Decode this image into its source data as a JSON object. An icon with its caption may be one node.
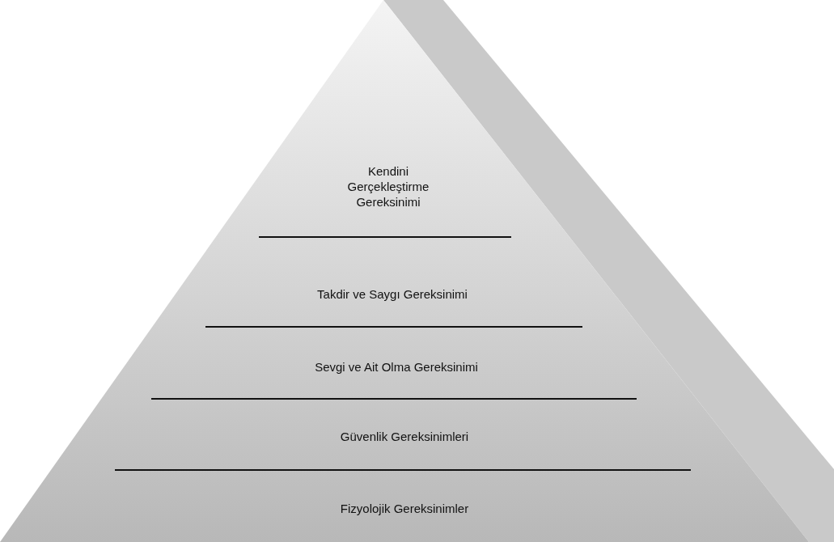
{
  "diagram": {
    "nodes": [
      {
        "text": [
          "Kendini Gerçekleştirme Gereksinimi"
        ]
      },
      {
        "text": [
          "Takdir ve Saygı Gereksinimi"
        ]
      },
      {
        "text": [
          "Sevgi ve Ait Olma Gereksinimi"
        ]
      },
      {
        "text": [
          "Güvenlik Gereksinimleri"
        ]
      },
      {
        "text": [
          "Fizyolojik Gereksinimler"
        ]
      }
    ]
  }
}
